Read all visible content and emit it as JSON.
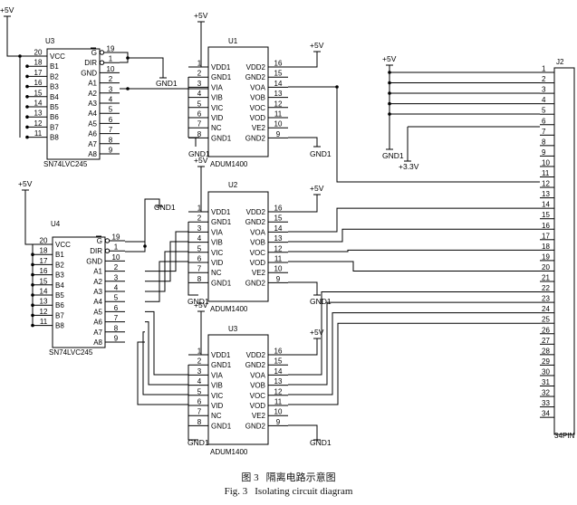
{
  "caption": {
    "zh_num": "图 3",
    "zh_title": "隔离电路示意图",
    "en_num": "Fig. 3",
    "en_title": "Isolating circuit diagram"
  },
  "nets": {
    "vcc": "+5V",
    "gnd": "GND1",
    "v33": "+3.3V"
  },
  "chips": {
    "u3": {
      "ref": "U3",
      "part": "SN74LVC245"
    },
    "u4": {
      "ref": "U4",
      "part": "SN74LVC245"
    },
    "u1": {
      "ref": "U1",
      "part": "ADUM1400"
    },
    "u2": {
      "ref": "U2",
      "part": "ADUM1400"
    },
    "u5": {
      "ref": "U3",
      "part": "ADUM1400"
    },
    "j2": {
      "ref": "J2",
      "part": "34PIN"
    }
  },
  "buffer": {
    "left_pins": [
      "20",
      "18",
      "17",
      "16",
      "15",
      "14",
      "13",
      "12",
      "11"
    ],
    "left_labels": [
      "VCC",
      "B1",
      "B2",
      "B3",
      "B4",
      "B5",
      "B6",
      "B7",
      "B8"
    ],
    "right_labels": [
      "G",
      "DIR",
      "GND",
      "A1",
      "A2",
      "A3",
      "A4",
      "A5",
      "A6",
      "A7",
      "A8"
    ],
    "right_pins": [
      "19",
      "1",
      "10",
      "2",
      "3",
      "4",
      "5",
      "6",
      "7",
      "8",
      "9"
    ]
  },
  "isolator": {
    "left_pins": [
      "1",
      "2",
      "3",
      "4",
      "5",
      "6",
      "7",
      "8"
    ],
    "left_labels": [
      "VDD1",
      "GND1",
      "VIA",
      "VIB",
      "VIC",
      "VID",
      "NC",
      "GND1"
    ],
    "right_labels": [
      "VDD2",
      "GND2",
      "VOA",
      "VOB",
      "VOC",
      "VOD",
      "VE2",
      "GND2"
    ],
    "right_pins": [
      "16",
      "15",
      "14",
      "13",
      "12",
      "11",
      "10",
      "9"
    ]
  },
  "connector": {
    "pins": [
      "1",
      "2",
      "3",
      "4",
      "5",
      "6",
      "7",
      "8",
      "9",
      "10",
      "11",
      "12",
      "13",
      "14",
      "15",
      "16",
      "17",
      "18",
      "19",
      "20",
      "21",
      "22",
      "23",
      "24",
      "25",
      "26",
      "27",
      "28",
      "29",
      "30",
      "31",
      "32",
      "33",
      "34"
    ]
  }
}
